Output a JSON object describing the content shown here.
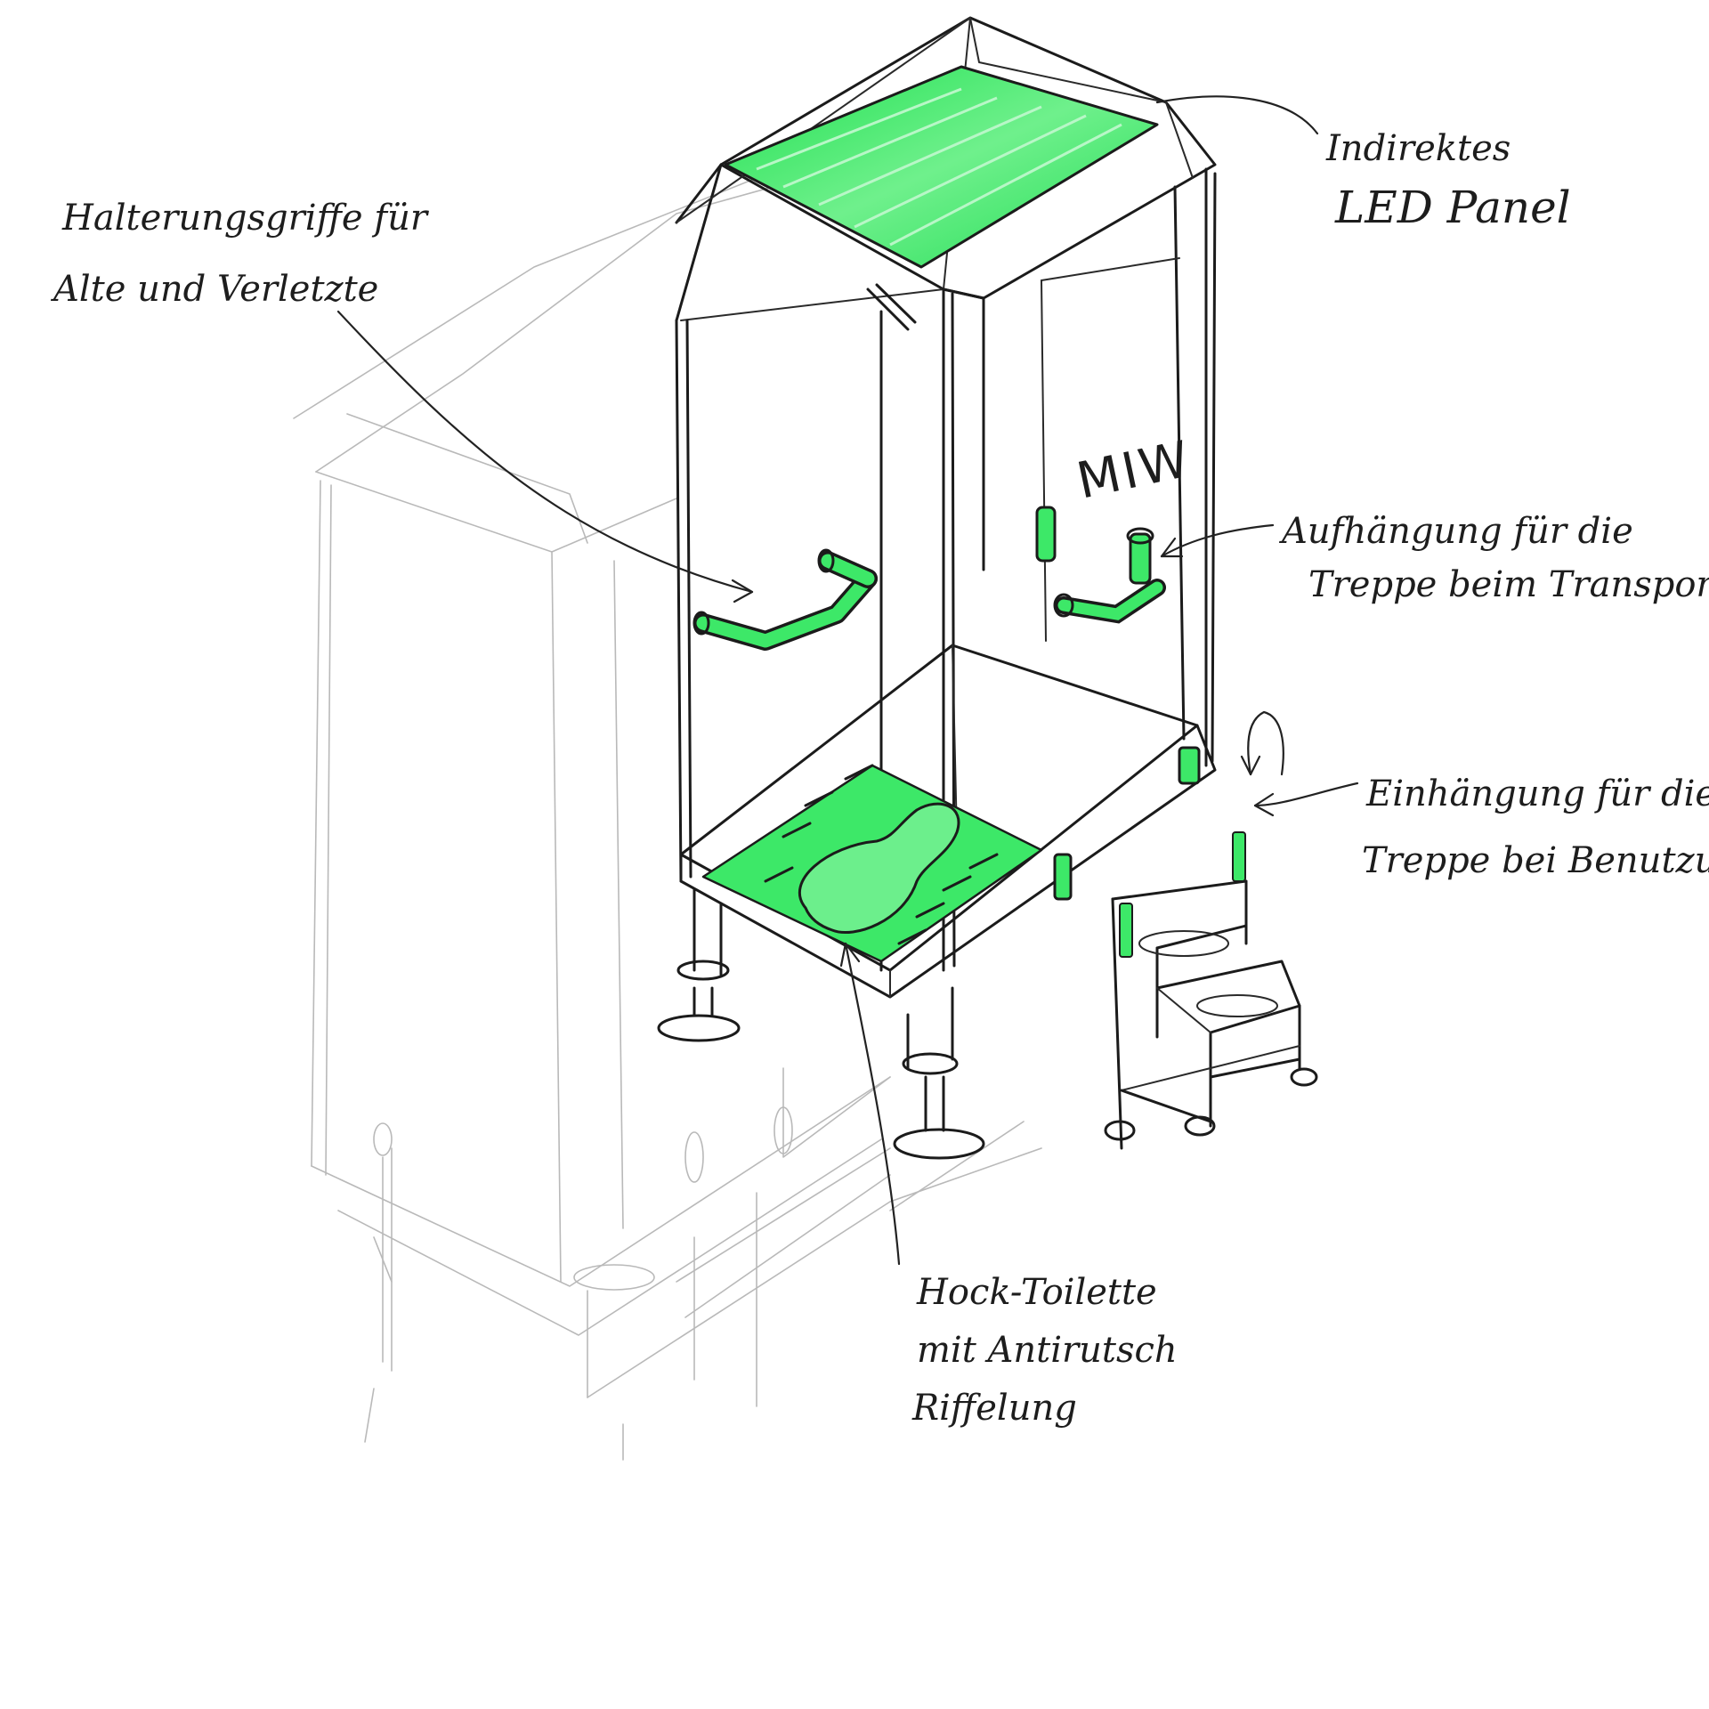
{
  "labels": {
    "handles_line1": "Halterungsgriffe für",
    "handles_line2": "Alte und Verletzte",
    "led_line1": "Indirektes",
    "led_line2": "LED Panel",
    "transport_line1": "Aufhängung für die",
    "transport_line2": "Treppe beim Transport",
    "usage_line1": "Einhängung für die",
    "usage_line2": "Treppe bei Benutzung",
    "toilet_line1": "Hock-Toilette",
    "toilet_line2": "mit Antirutsch",
    "toilet_line3": "Riffelung"
  },
  "brand": "MIW",
  "colors": {
    "ink": "#1b1b1b",
    "pencil": "#b9b9b9",
    "highlight": "#2ee85a",
    "background": "#ffffff"
  }
}
